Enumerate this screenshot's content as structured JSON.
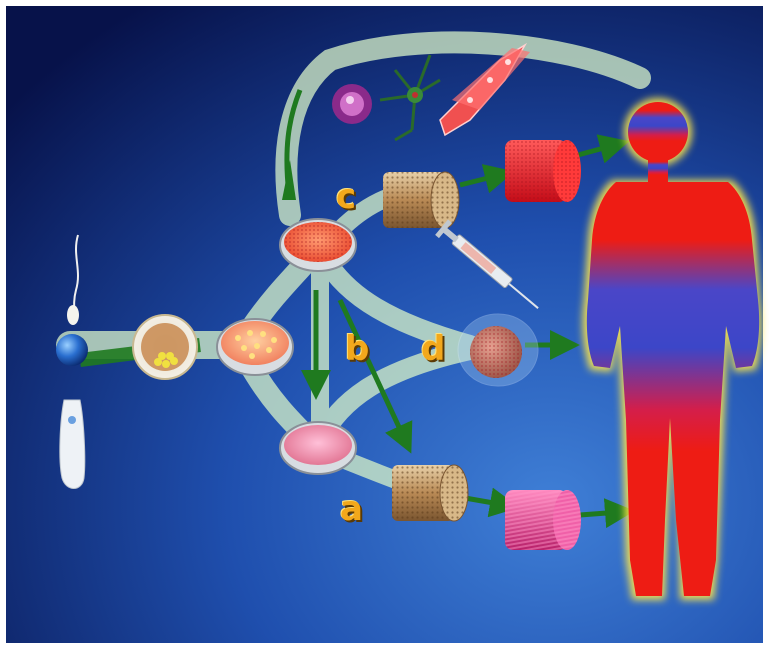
{
  "diagram": {
    "labels": {
      "a": "a",
      "b": "b",
      "c": "c",
      "d": "d"
    },
    "colors": {
      "background_dark": "#07124a",
      "background_light": "#3f7fd6",
      "body_red": "#ee1c14",
      "body_glow": "#ffe84a",
      "body_blue": "#3c46c8",
      "path_light": "#d8f3c8",
      "arrow_green": "#1f7a1f",
      "label_orange": "#f2a81c",
      "dish_red": "#f05a3c",
      "dish_pink": "#f07aa0",
      "scaffold": "#b98a55",
      "tissue_red": "#f01e2a",
      "tissue_pink": "#e0408a"
    },
    "icons": {
      "sperm": "sperm-icon",
      "egg": "egg-icon",
      "embryo": "blastocyst-icon",
      "dishes": "petri-dish-icon",
      "scaffolds": "scaffold-cylinder-icon",
      "syringe": "syringe-icon",
      "cells": "differentiated-cell-icon",
      "human": "human-silhouette-icon"
    }
  }
}
